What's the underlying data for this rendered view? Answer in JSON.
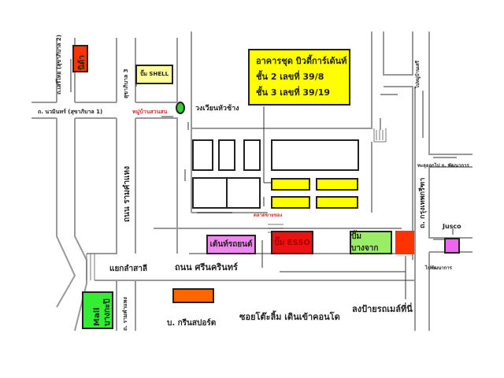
{
  "title_box": {
    "line1": "อาคารชุด บิวดี้การ์เด้นท์",
    "line2": "ชั้น 2 เลขที่ 39/8",
    "line3": "ชั้น 3 เลขที่ 39/19"
  },
  "places": {
    "nida": "นิด้า",
    "shell": "ปั๊ม SHELL",
    "car_tent": "เต้นท์รถยนต์",
    "esso": "ปั๊ม ESSO",
    "bangchak": "ปั๊ม บางจาก",
    "jusco": "Jusco",
    "mall": "Mall บางกะปิ",
    "green_sport": "บ. กรีนสปอร์ต"
  },
  "roads": {
    "seri_thai": "ถ.เสรีไทย (สุขาภิบาล 2)",
    "nawamin": "ถ. นวมินทร์ (สุขาภิบาล 1)",
    "sukhaphiban3": "สุขาภิบาล 3",
    "ramkhamhaeng": "ถนน รามคำแหง",
    "ramkhamhaeng2": "ถ. รามคำแหง",
    "srinakarin": "ถนน ศรีนครินทร์",
    "krungthep_kreetha": "ถ. กรุงเทพกรีฑา"
  },
  "labels": {
    "suan_son": "หมู่บ้านสวนสน",
    "roundabout": "วงเวียนหัวช้าง",
    "to_seri": "ไปหมู่บ้านเสรี",
    "to_pattanakarn_exit": "ทะลุออกไป ถ. พัฒนาการ",
    "market": "ตลาดขายของ",
    "to_pattanakarn": "ไปพัฒนาการ",
    "lam_sali": "แยกลำสาลี",
    "soi": "ซอยโต๊ะลิ้ม เดินเข้าคอนโด",
    "bus_stop": "ลงป้ายรถเมล์ที่นี่"
  },
  "colors": {
    "yellow": "#ffff00",
    "red": "#ff3300",
    "green": "#33ee33",
    "pink": "#ee88ee",
    "orange": "#ff6600"
  }
}
